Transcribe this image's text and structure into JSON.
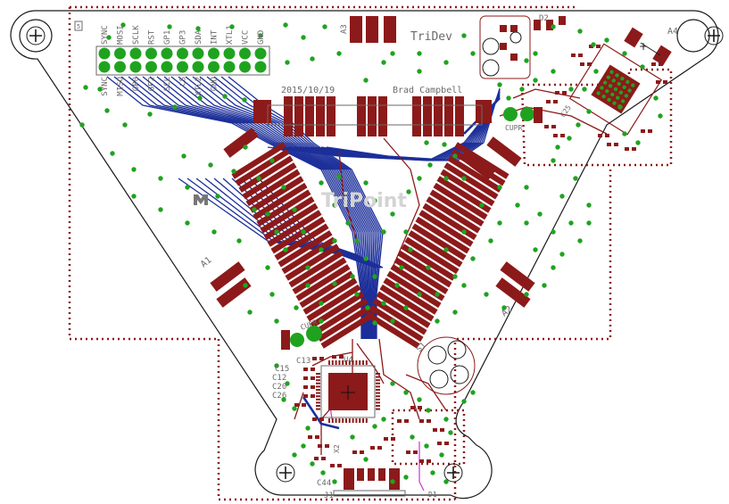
{
  "colors": {
    "background": "#ffffff",
    "outline": "#1a1a1a",
    "copper_top": "#8c1a1a",
    "copper_bottom": "#1c2f9a",
    "via": "#1fa31f",
    "silkscreen": "#6a6a6a",
    "dimension": "#8c1a1a",
    "pink_trace": "#d23fd2"
  },
  "header": {
    "pins": [
      "SYNC",
      "MOSI",
      "SCLK",
      "RST",
      "GP1",
      "GP3",
      "SDA",
      "INT",
      "XTL1",
      "VCC",
      "GND"
    ],
    "bottom_pins": [
      "SYNC",
      "MISO",
      "GP0",
      "GP2",
      "SCL",
      "CS",
      "XTL2",
      "GND"
    ],
    "marker": "5"
  },
  "labels": {
    "project": "TriDev",
    "date": "2015/10/19",
    "author": "Brad Campbell",
    "faint_logo": "TriPoint",
    "a1": "A1",
    "a2": "A2",
    "a3": "A3",
    "a4": "A4",
    "d2": "D2",
    "u4": "U4",
    "j1": "J1",
    "s1": "S1",
    "cu_left": "CUPR",
    "cu_right": "CUPR",
    "x2": "X2",
    "d1": "D1",
    "c13": "C13",
    "c15": "C15",
    "c12": "C12",
    "c20": "C20",
    "c26": "C26",
    "c44": "C44",
    "c25": "C25",
    "plus": "+"
  },
  "icons": {
    "mounting_hole": "plus-circle-icon",
    "logo": "m-logo-icon"
  }
}
